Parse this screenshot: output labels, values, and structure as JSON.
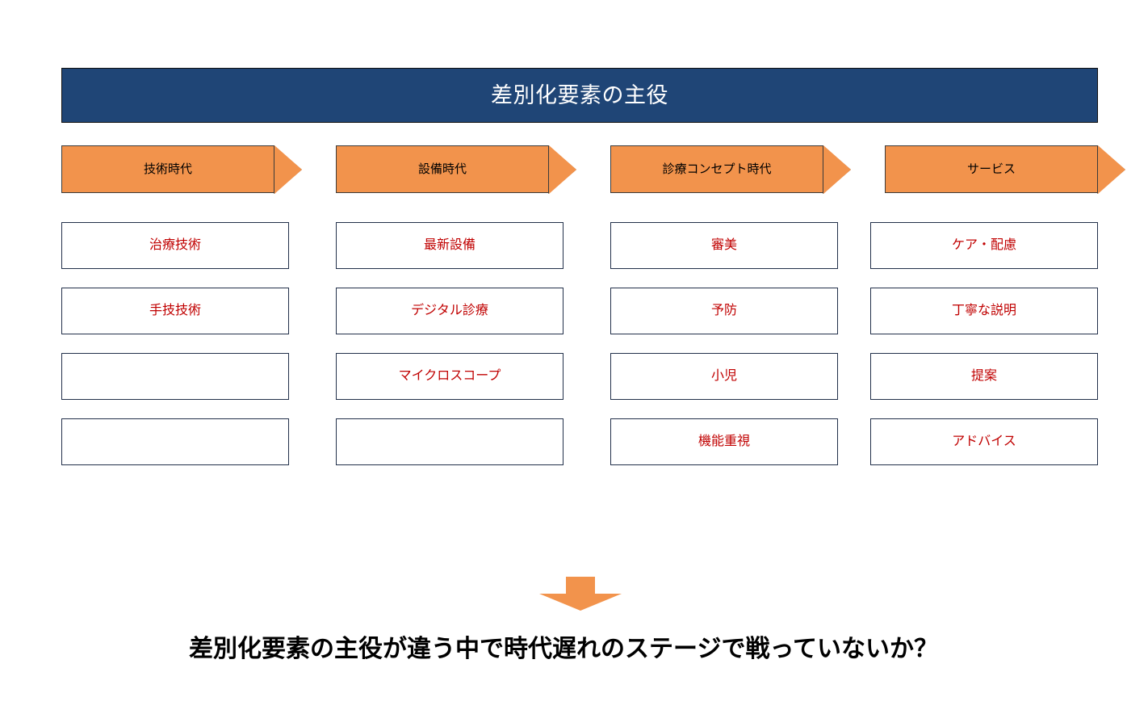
{
  "slide": {
    "title": "差別化要素の主役",
    "caption": "差別化要素の主役が違う中で時代遅れのステージで戦っていないか？",
    "arrow_icon": "down-arrow-icon"
  },
  "colors": {
    "title_bar_bg": "#1F4576",
    "title_text": "#FFFFFF",
    "chevron_bg": "#F2934C",
    "chevron_text": "#000000",
    "box_border": "#22304A",
    "box_bg": "#FFFFFF",
    "item_text": "#C00000",
    "arrow_fill": "#F2934C",
    "caption_text": "#000000"
  },
  "columns": [
    {
      "header": "技術時代",
      "items": [
        {
          "label": "治療技術"
        },
        {
          "label": "手技技術"
        },
        {
          "label": ""
        },
        {
          "label": ""
        }
      ]
    },
    {
      "header": "設備時代",
      "items": [
        {
          "label": "最新設備"
        },
        {
          "label": "デジタル診療"
        },
        {
          "label": "マイクロスコープ"
        },
        {
          "label": ""
        }
      ]
    },
    {
      "header": "診療コンセプト時代",
      "items": [
        {
          "label": "審美"
        },
        {
          "label": "予防"
        },
        {
          "label": "小児"
        },
        {
          "label": "機能重視"
        }
      ]
    },
    {
      "header": "サービス",
      "items": [
        {
          "label": "ケア・配慮"
        },
        {
          "label": "丁寧な説明"
        },
        {
          "label": "提案"
        },
        {
          "label": "アドバイス"
        }
      ]
    }
  ]
}
